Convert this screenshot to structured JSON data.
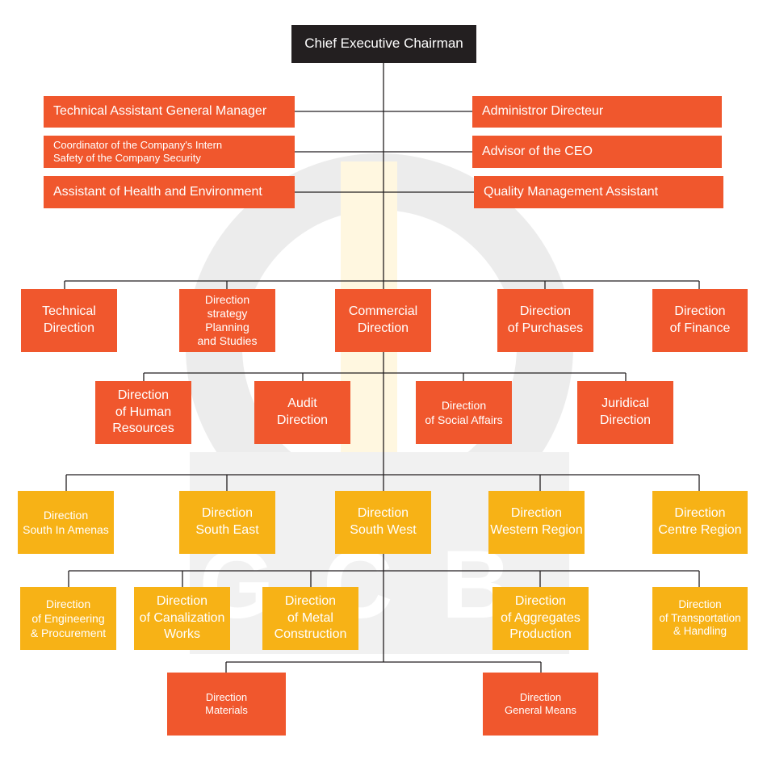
{
  "colors": {
    "executive": "#231f20",
    "orange": "#f0572d",
    "yellow": "#f7b216",
    "connector": "#231f20",
    "watermark_light": "#e9e9e9",
    "watermark_cream": "#fff7e0"
  },
  "watermark": {
    "text": "GCB"
  },
  "ceo": {
    "lines": [
      "Chief Executive Chairman"
    ]
  },
  "staff_left": [
    {
      "lines": [
        "Technical Assistant General Manager"
      ]
    },
    {
      "lines": [
        "Coordinator of the Company's Intern",
        "Safety of the Company Security"
      ]
    },
    {
      "lines": [
        "Assistant of Health and Environment"
      ]
    }
  ],
  "staff_right": [
    {
      "lines": [
        "Administror Directeur"
      ]
    },
    {
      "lines": [
        "Advisor of the CEO"
      ]
    },
    {
      "lines": [
        "Quality Management Assistant"
      ]
    }
  ],
  "level1": [
    {
      "lines": [
        "Technical",
        "Direction"
      ]
    },
    {
      "lines": [
        "Direction",
        "strategy",
        "Planning",
        "and Studies"
      ]
    },
    {
      "lines": [
        "Commercial",
        "Direction"
      ]
    },
    {
      "lines": [
        "Direction",
        "of Purchases"
      ]
    },
    {
      "lines": [
        "Direction",
        "of Finance"
      ]
    }
  ],
  "level2": [
    {
      "lines": [
        "Direction",
        "of Human",
        "Resources"
      ]
    },
    {
      "lines": [
        "Audit",
        "Direction"
      ]
    },
    {
      "lines": [
        "Direction",
        "of Social Affairs"
      ]
    },
    {
      "lines": [
        "Juridical",
        "Direction"
      ]
    }
  ],
  "regions": [
    {
      "lines": [
        "Direction",
        "South In Amenas"
      ]
    },
    {
      "lines": [
        "Direction",
        "South East"
      ]
    },
    {
      "lines": [
        "Direction",
        "South West"
      ]
    },
    {
      "lines": [
        "Direction",
        "Western Region"
      ]
    },
    {
      "lines": [
        "Direction",
        "Centre Region"
      ]
    }
  ],
  "level4": [
    {
      "lines": [
        "Direction",
        "of Engineering",
        "& Procurement"
      ]
    },
    {
      "lines": [
        "Direction",
        "of Canalization",
        "Works"
      ]
    },
    {
      "lines": [
        "Direction",
        "of Metal",
        "Construction"
      ]
    },
    {
      "lines": [
        "Direction",
        "of Aggregates",
        "Production"
      ]
    },
    {
      "lines": [
        "Direction",
        "of Transportation",
        "& Handling"
      ]
    }
  ],
  "level5": [
    {
      "lines": [
        "Direction",
        "Materials"
      ]
    },
    {
      "lines": [
        "Direction",
        "General Means"
      ]
    }
  ]
}
